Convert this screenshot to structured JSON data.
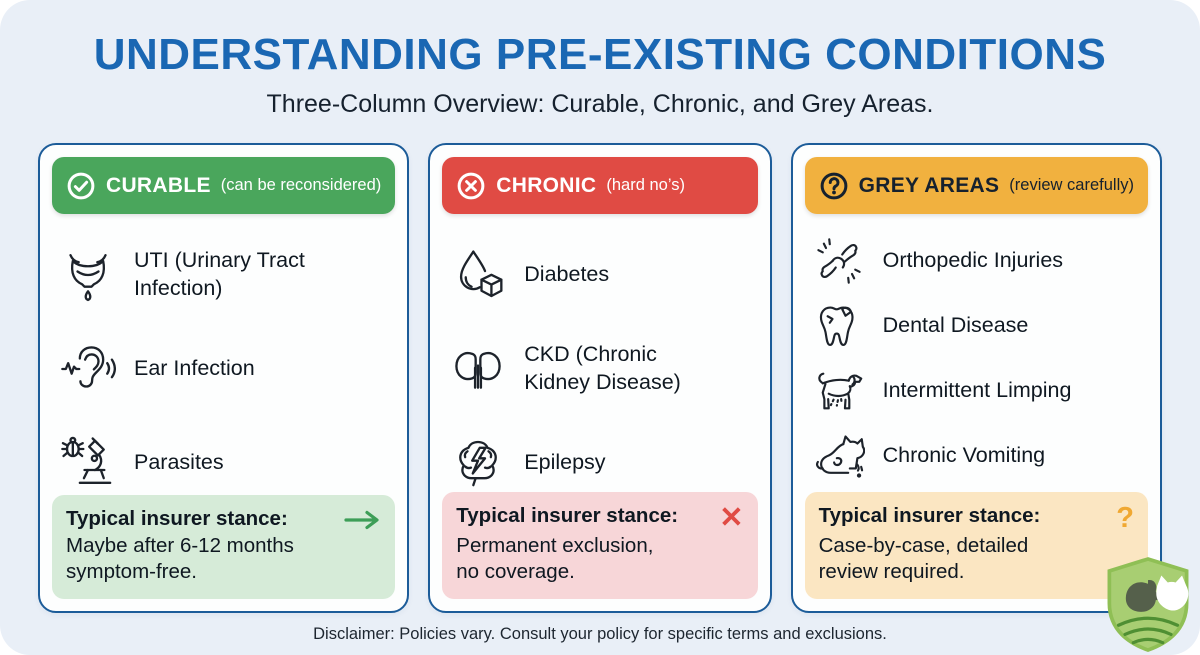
{
  "page": {
    "title": "UNDERSTANDING PRE-EXISTING CONDITIONS",
    "subtitle": "Three-Column Overview: Curable, Chronic, and Grey Areas.",
    "disclaimer": "Disclaimer: Policies vary. Consult your policy for specific terms and exclusions."
  },
  "theme": {
    "page_bg": "#e9eff7",
    "title_blue": "#1a67b3",
    "card_border": "#1c5c99",
    "text_dark": "#16212e",
    "green": "#4aa65c",
    "green_light": "#d6ebd8",
    "green_arrow": "#3d9e57",
    "red": "#e04b44",
    "red_light": "#f7d6d8",
    "amber": "#f1b13f",
    "amber_light": "#fbe6c2",
    "amber_dark": "#f0a832"
  },
  "columns": [
    {
      "id": "curable",
      "header": {
        "label": "CURABLE",
        "note": "(can be reconsidered)",
        "icon": "check-circle-icon"
      },
      "items": [
        {
          "icon": "bladder-icon",
          "label": "UTI (Urinary Tract\nInfection)"
        },
        {
          "icon": "ear-icon",
          "label": "Ear Infection"
        },
        {
          "icon": "microscope-bug-icon",
          "label": "Parasites"
        }
      ],
      "stance": {
        "label": "Typical insurer stance:",
        "text": "Maybe after 6-12 months\nsymptom-free.",
        "icon": "arrow-right-icon"
      }
    },
    {
      "id": "chronic",
      "header": {
        "label": "CHRONIC",
        "note": "(hard no’s)",
        "icon": "x-circle-icon"
      },
      "items": [
        {
          "icon": "glucose-drop-icon",
          "label": "Diabetes"
        },
        {
          "icon": "kidneys-icon",
          "label": "CKD (Chronic\nKidney Disease)"
        },
        {
          "icon": "brain-bolt-icon",
          "label": "Epilepsy"
        }
      ],
      "stance": {
        "label": "Typical insurer stance:",
        "text": "Permanent exclusion,\nno coverage.",
        "icon": "x-mark-icon",
        "glyph": "✕"
      }
    },
    {
      "id": "grey-areas",
      "header": {
        "label": "GREY AREAS",
        "note": "(review carefully)",
        "icon": "question-circle-icon"
      },
      "items": [
        {
          "icon": "joint-impact-icon",
          "label": "Orthopedic Injuries"
        },
        {
          "icon": "tooth-icon",
          "label": "Dental Disease"
        },
        {
          "icon": "limping-dog-icon",
          "label": "Intermittent Limping"
        },
        {
          "icon": "vomiting-cat-icon",
          "label": "Chronic Vomiting"
        }
      ],
      "stance": {
        "label": "Typical insurer stance:",
        "text": "Case-by-case, detailed\nreview required.",
        "icon": "question-mark-icon",
        "glyph": "?"
      }
    }
  ],
  "logo": {
    "name": "pet-shield-logo"
  }
}
